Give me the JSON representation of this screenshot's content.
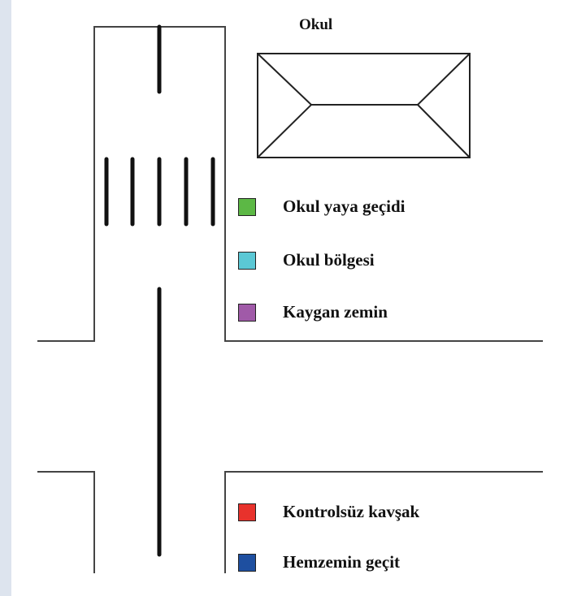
{
  "school": {
    "title": "Okul"
  },
  "legend": [
    {
      "id": "okul-yaya-gecidi",
      "label": "Okul yaya geçidi",
      "color": "#5cb845"
    },
    {
      "id": "okul-bolgesi",
      "label": "Okul bölgesi",
      "color": "#5bc8d5"
    },
    {
      "id": "kaygan-zemin",
      "label": "Kaygan zemin",
      "color": "#a05aa8"
    },
    {
      "id": "kontrolsuz-kavsak",
      "label": "Kontrolsüz kavşak",
      "color": "#e8322c"
    },
    {
      "id": "hemzemin-gecit",
      "label": "Hemzemin geçit",
      "color": "#1e4fa0"
    }
  ],
  "colors": {
    "road_line": "#444444",
    "marking": "#111111",
    "background": "#ffffff",
    "side_band": "#dde4ee"
  }
}
